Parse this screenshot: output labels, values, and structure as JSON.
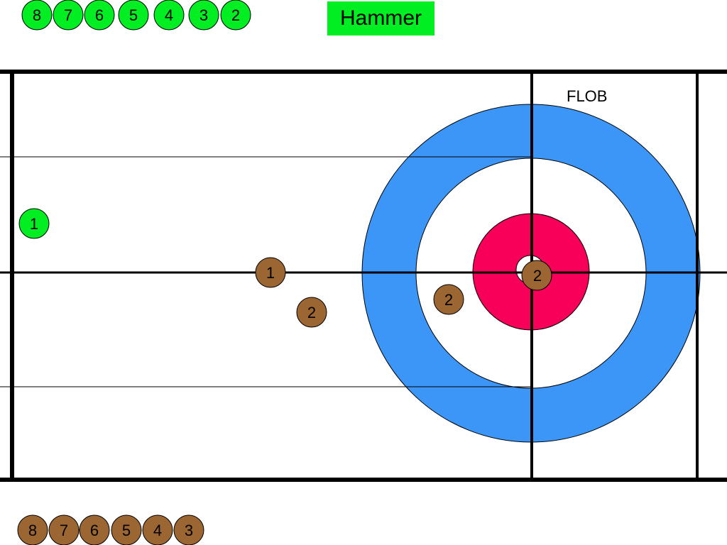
{
  "hammer": {
    "label": "Hammer",
    "color": "#00ee22"
  },
  "sheet": {
    "label": "FLOB"
  },
  "colors": {
    "outer_ring": "#3b96f8",
    "button": "#f8005a",
    "ice": "#ffffff",
    "lines": "#000000",
    "green_team": "#00ee22",
    "brown_team": "#9c6632"
  },
  "green_stones_waiting": [
    "8",
    "7",
    "6",
    "5",
    "4",
    "3",
    "2"
  ],
  "brown_stones_waiting": [
    "8",
    "7",
    "6",
    "5",
    "4",
    "3"
  ],
  "stones_in_play": [
    {
      "team": "green",
      "label": "1"
    },
    {
      "team": "brown",
      "label": "1"
    },
    {
      "team": "brown",
      "label": "2"
    },
    {
      "team": "brown",
      "label": "2"
    },
    {
      "team": "brown",
      "label": "2"
    }
  ]
}
